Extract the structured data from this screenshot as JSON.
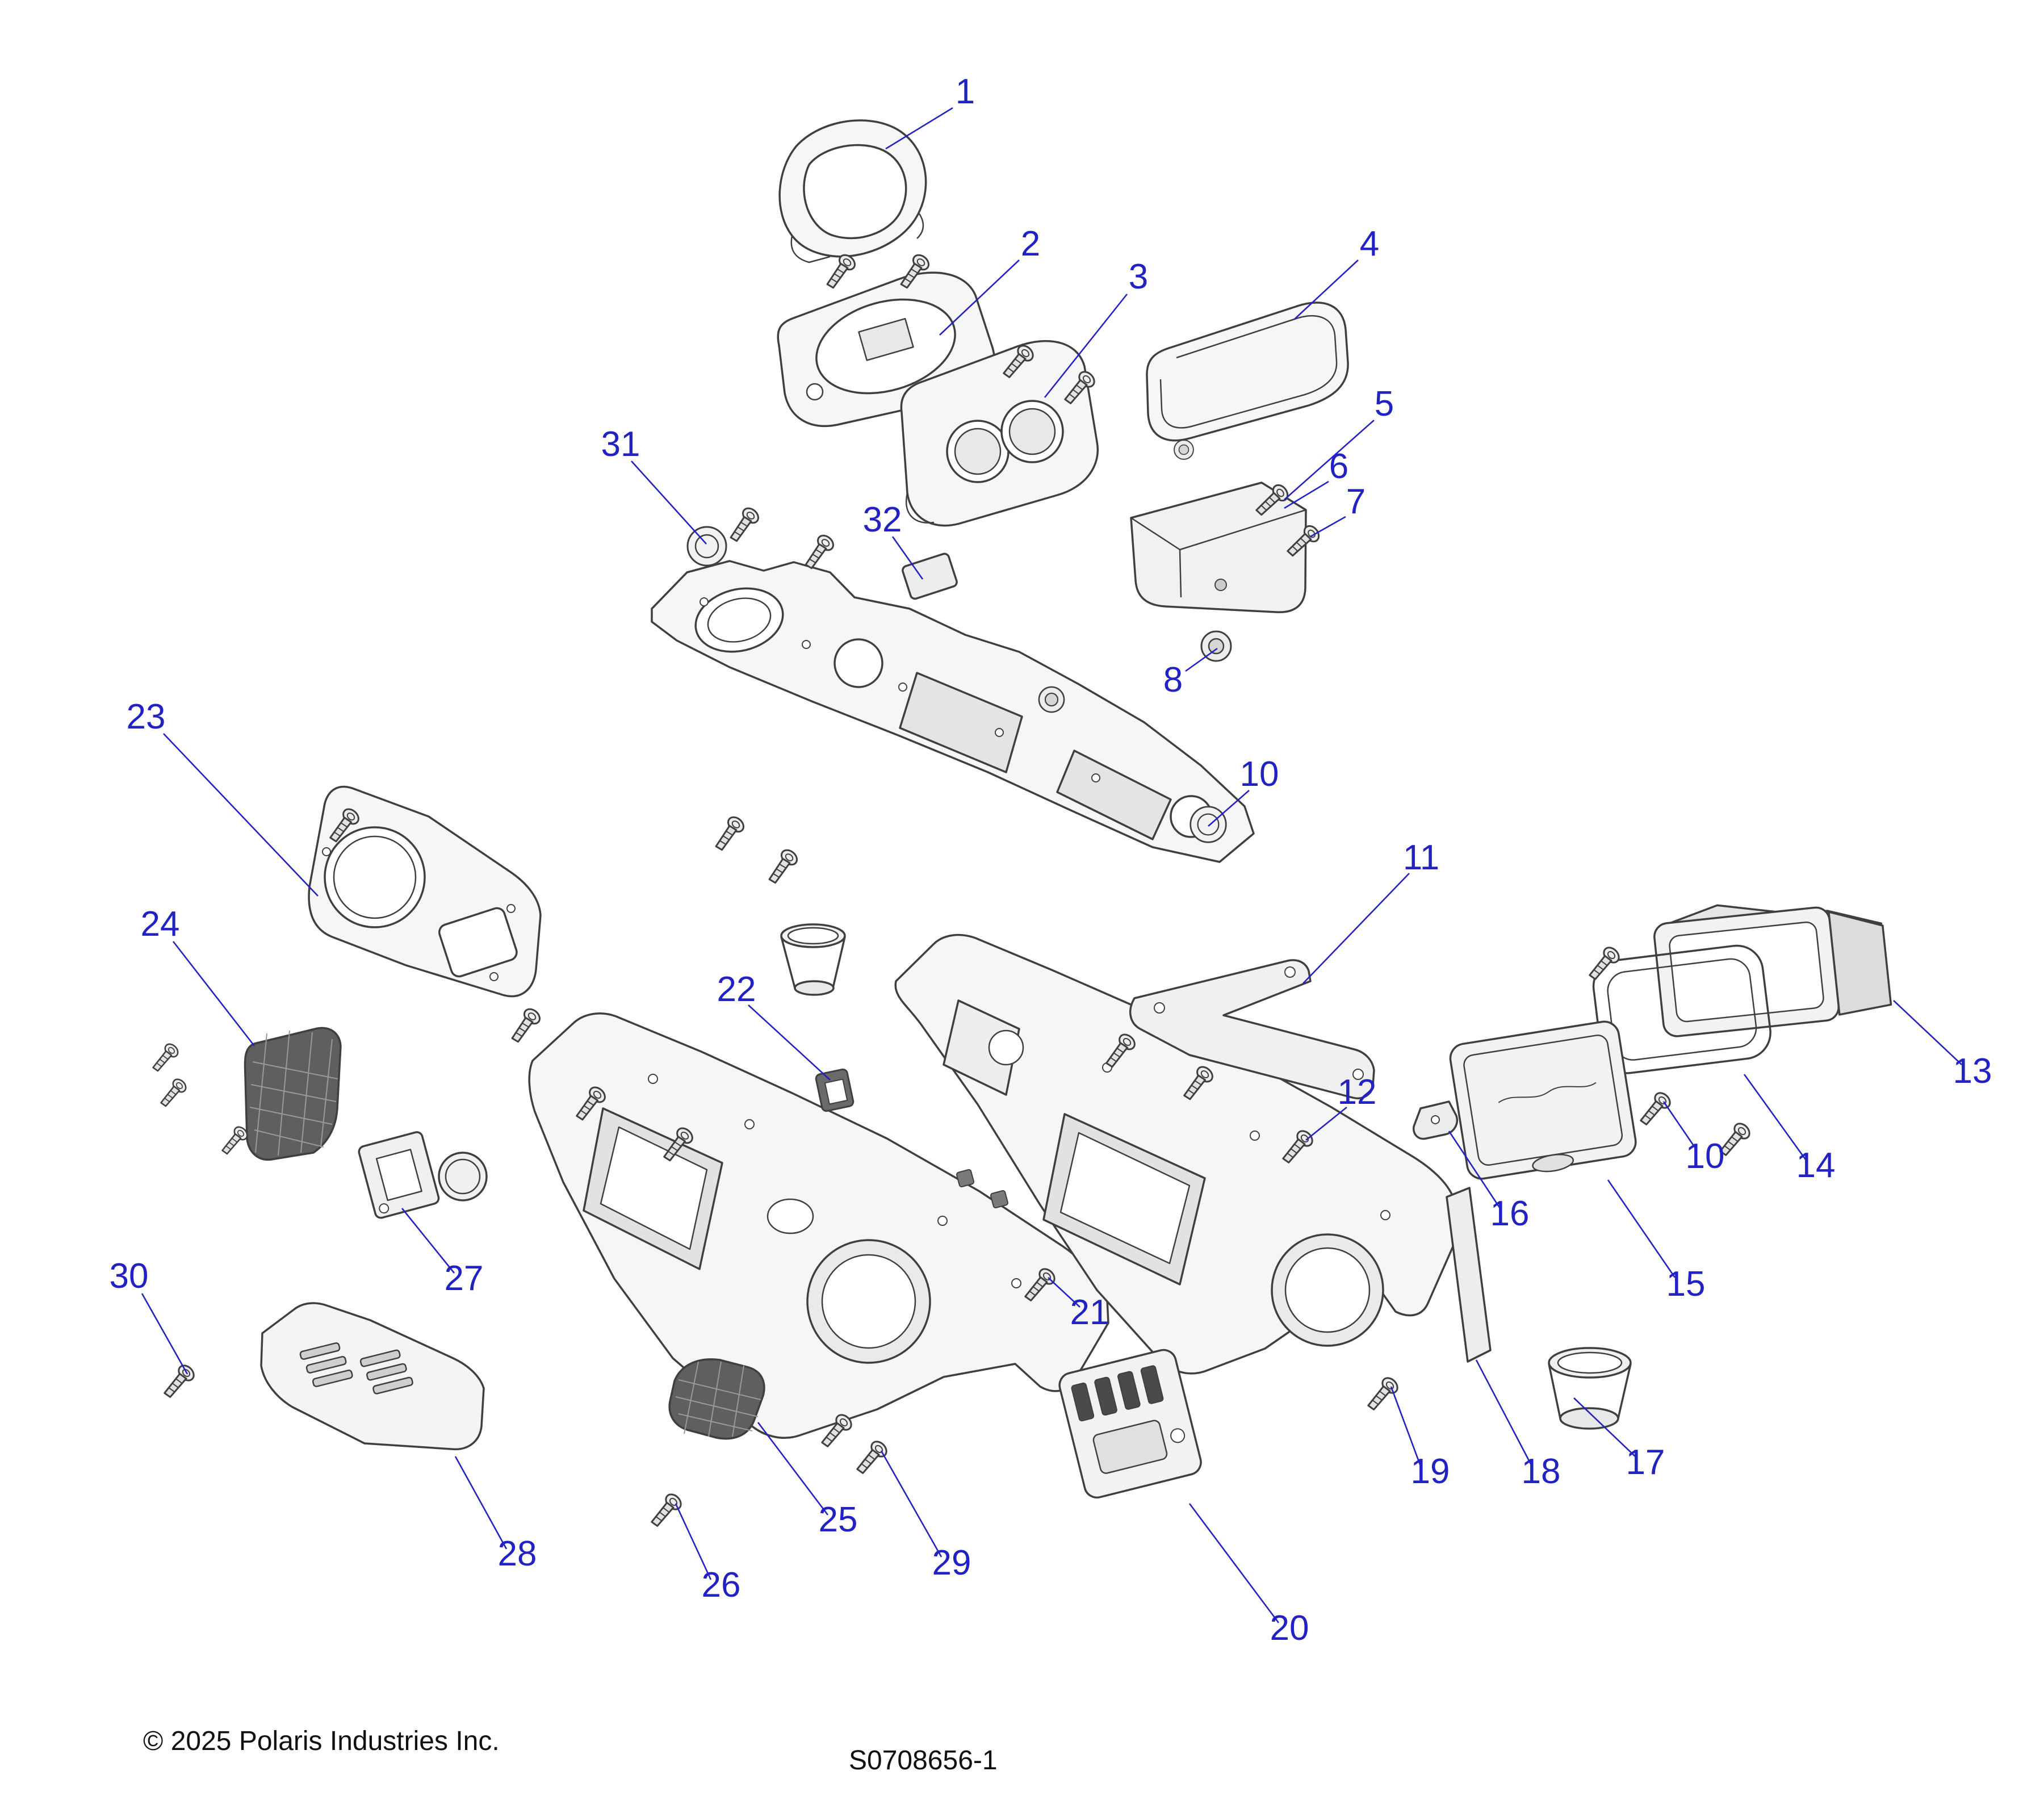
{
  "diagram": {
    "callouts": [
      {
        "id": "1",
        "label": "1"
      },
      {
        "id": "2",
        "label": "2"
      },
      {
        "id": "3",
        "label": "3"
      },
      {
        "id": "4",
        "label": "4"
      },
      {
        "id": "5",
        "label": "5"
      },
      {
        "id": "6",
        "label": "6"
      },
      {
        "id": "7",
        "label": "7"
      },
      {
        "id": "8",
        "label": "8"
      },
      {
        "id": "31",
        "label": "31"
      },
      {
        "id": "32",
        "label": "32"
      },
      {
        "id": "23",
        "label": "23"
      },
      {
        "id": "10",
        "label": "10"
      },
      {
        "id": "11",
        "label": "11"
      },
      {
        "id": "24",
        "label": "24"
      },
      {
        "id": "22",
        "label": "22"
      },
      {
        "id": "12",
        "label": "12"
      },
      {
        "id": "13",
        "label": "13"
      },
      {
        "id": "14",
        "label": "14"
      },
      {
        "id": "10b",
        "label": "10"
      },
      {
        "id": "16",
        "label": "16"
      },
      {
        "id": "15",
        "label": "15"
      },
      {
        "id": "27",
        "label": "27"
      },
      {
        "id": "21",
        "label": "21"
      },
      {
        "id": "30",
        "label": "30"
      },
      {
        "id": "17",
        "label": "17"
      },
      {
        "id": "18",
        "label": "18"
      },
      {
        "id": "19",
        "label": "19"
      },
      {
        "id": "25",
        "label": "25"
      },
      {
        "id": "26",
        "label": "26"
      },
      {
        "id": "28",
        "label": "28"
      },
      {
        "id": "29",
        "label": "29"
      },
      {
        "id": "20",
        "label": "20"
      }
    ],
    "footer": {
      "copyright": "© 2025 Polaris Industries Inc.",
      "document_number": "S0708656-1"
    },
    "colors": {
      "callout_blue": "#2222c4",
      "line_art": "#3f3f3f",
      "background": "#ffffff"
    }
  }
}
